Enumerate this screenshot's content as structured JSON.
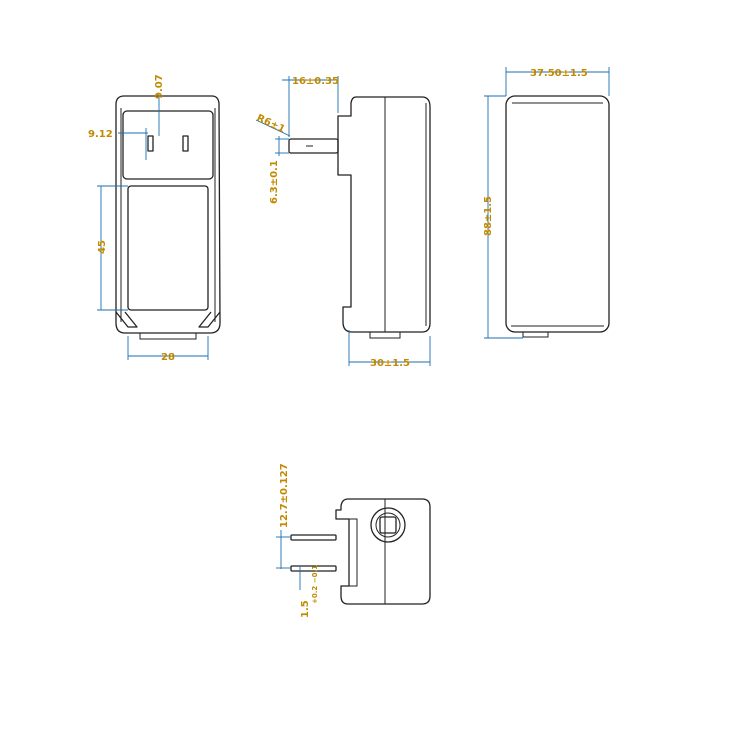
{
  "colors": {
    "outline": "#222222",
    "dimension_line": "#1a6fb0",
    "dimension_text": "#c28a00",
    "background": "#ffffff"
  },
  "front_view": {
    "dim_pin_height": "9.07",
    "dim_pin_offset": "9.12",
    "dim_label_height": "45",
    "dim_width": "28"
  },
  "side_view": {
    "dim_pin_length": "16±0.35",
    "dim_radius": "R6±1",
    "dim_pin_offset": "6.3±0.1",
    "dim_depth": "30±1.5"
  },
  "back_view": {
    "dim_width": "37.50±1.5",
    "dim_height": "88±1.5"
  },
  "bottom_view": {
    "dim_pin_spacing": "12.7±0.127",
    "dim_pin_thickness": "1.5",
    "dim_tolerance": "+0.2 −0.1"
  }
}
